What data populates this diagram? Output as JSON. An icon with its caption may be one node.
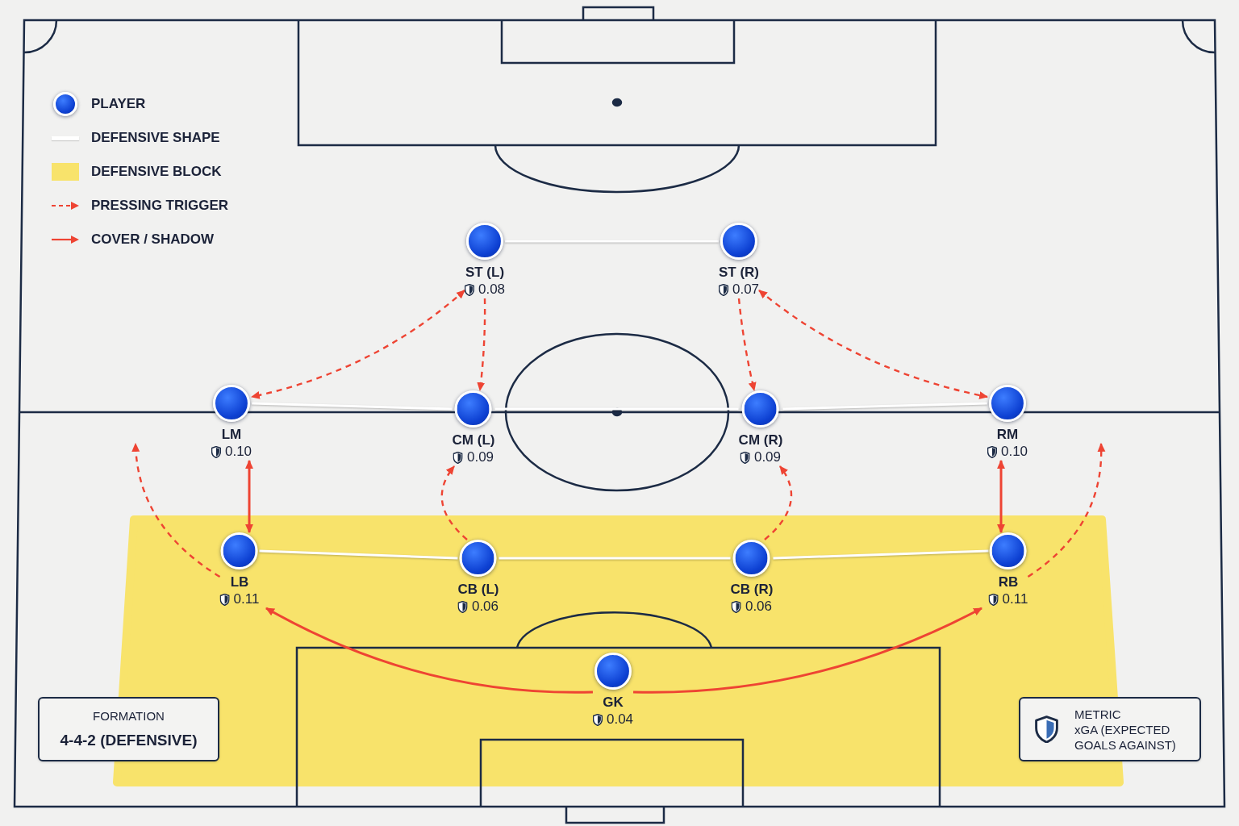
{
  "diagram": {
    "nodes": [
      {
        "text": [
          "ST (L)",
          "0.08"
        ]
      },
      {
        "text": [
          "ST (R)",
          "0.07"
        ]
      },
      {
        "text": [
          "LM",
          "0.10"
        ]
      },
      {
        "text": [
          "CM (L)",
          "0.09"
        ]
      },
      {
        "text": [
          "CM (R)",
          "0.09"
        ]
      },
      {
        "text": [
          "RM",
          "0.10"
        ]
      },
      {
        "text": [
          "LB",
          "0.11"
        ]
      },
      {
        "text": [
          "CB (L)",
          "0.06"
        ]
      },
      {
        "text": [
          "CB (R)",
          "0.06"
        ]
      },
      {
        "text": [
          "RB",
          "0.11"
        ]
      },
      {
        "text": [
          "GK",
          "0.04"
        ]
      },
      {
        "text": [
          "FORMATION",
          "4-4-2 (DEFENSIVE)"
        ]
      },
      {
        "text": [
          "METRIC",
          "xGA (EXPECTED GOALS AGAINST)"
        ]
      }
    ],
    "edges": [
      {
        "from": 0,
        "to": 1,
        "arrow": "none",
        "color": "#ffffff"
      },
      {
        "from": 2,
        "to": 3,
        "arrow": "none",
        "color": "#ffffff"
      },
      {
        "from": 3,
        "to": 4,
        "arrow": "none",
        "color": "#ffffff"
      },
      {
        "from": 4,
        "to": 5,
        "arrow": "none",
        "color": "#ffffff"
      },
      {
        "from": 6,
        "to": 7,
        "arrow": "none",
        "color": "#ffffff"
      },
      {
        "from": 7,
        "to": 8,
        "arrow": "none",
        "color": "#ffffff"
      },
      {
        "from": 8,
        "to": 9,
        "arrow": "none",
        "color": "#ffffff"
      },
      {
        "from": 0,
        "to": 2,
        "arrow": "both",
        "style": "dashed"
      },
      {
        "from": 0,
        "to": 3,
        "arrow": "to",
        "style": "dashed"
      },
      {
        "from": 1,
        "to": 4,
        "arrow": "to",
        "style": "dashed"
      },
      {
        "from": 1,
        "to": 5,
        "arrow": "both",
        "style": "dashed"
      },
      {
        "from": 6,
        "to": null,
        "arrow": "to",
        "style": "dashed"
      },
      {
        "from": 7,
        "to": 3,
        "arrow": "to",
        "style": "dashed"
      },
      {
        "from": 8,
        "to": 4,
        "arrow": "to",
        "style": "dashed"
      },
      {
        "from": 9,
        "to": null,
        "arrow": "to",
        "style": "dashed"
      },
      {
        "from": 2,
        "to": 6,
        "arrow": "both"
      },
      {
        "from": 5,
        "to": 9,
        "arrow": "both"
      },
      {
        "from": 10,
        "to": 6,
        "arrow": "to"
      },
      {
        "from": 10,
        "to": 9,
        "arrow": "to"
      }
    ],
    "legend": [
      {
        "text": "PLAYER"
      },
      {
        "text": "DEFENSIVE SHAPE"
      },
      {
        "text": "DEFENSIVE BLOCK",
        "color": "#f8e36b"
      },
      {
        "text": "PRESSING TRIGGER"
      },
      {
        "text": "COVER / SHADOW"
      }
    ]
  }
}
